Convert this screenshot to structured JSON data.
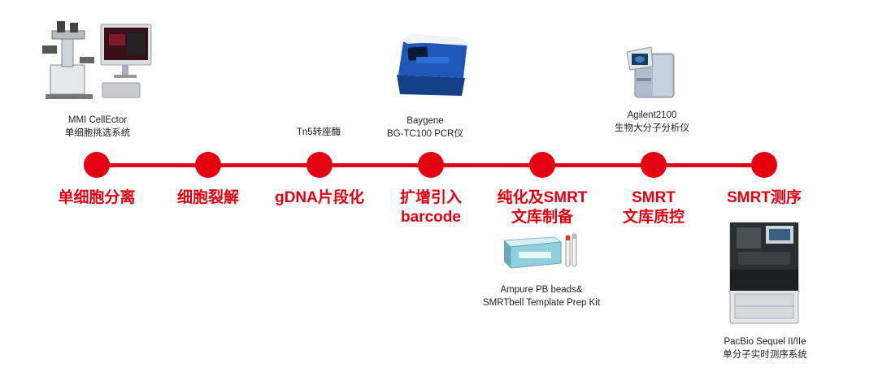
{
  "steps": [
    {
      "label": "单细胞分离"
    },
    {
      "label": "细胞裂解"
    },
    {
      "label": "gDNA片段化"
    },
    {
      "label": "扩增引入\nbarcode"
    },
    {
      "label": "纯化及SMRT\n文库制备"
    },
    {
      "label": "SMRT\n文库质控"
    },
    {
      "label": "SMRT测序"
    }
  ],
  "equipment": {
    "cellector": {
      "caption": "MMI CellEctor\n单细胞挑选系统",
      "icon": "microscope-workstation-icon"
    },
    "tn5": {
      "caption": "Tn5转座酶"
    },
    "baygene": {
      "caption": "Baygene\nBG-TC100 PCR仪",
      "icon": "pcr-thermocycler-icon"
    },
    "agilent": {
      "caption": "Agilent2100\n生物大分子分析仪",
      "icon": "bioanalyzer-icon"
    },
    "ampure": {
      "caption": "Ampure PB beads&\nSMRTbell Template Prep Kit",
      "icon": "reagent-kit-icon"
    },
    "pacbio": {
      "caption": "PacBio Sequel II/IIe\n单分子实时测序系统",
      "icon": "sequencer-icon"
    }
  },
  "colors": {
    "accent": "#e50011"
  }
}
